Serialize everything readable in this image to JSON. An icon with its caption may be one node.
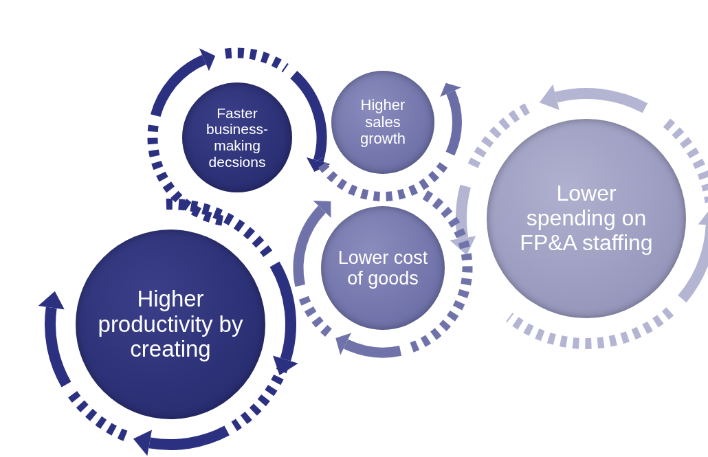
{
  "diagram": {
    "nodes": [
      {
        "text": [
          "Faster business-making decsions"
        ]
      },
      {
        "text": [
          "Higher sales growth"
        ]
      },
      {
        "text": [
          "Lower spending on FP&A staffing"
        ]
      },
      {
        "text": [
          "Lower cost of goods"
        ]
      },
      {
        "text": [
          "Higher productivity by creating"
        ]
      }
    ]
  }
}
